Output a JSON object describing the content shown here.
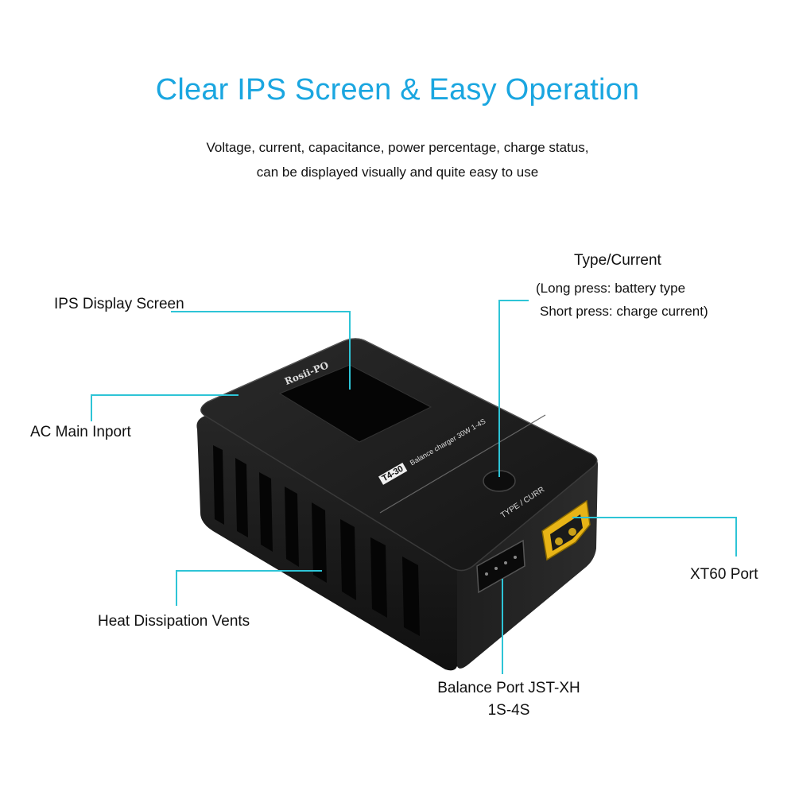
{
  "colors": {
    "accent": "#1aa6e0",
    "callout_line": "#2ec4d6",
    "device_body": "#1b1b1b",
    "xt60_yellow": "#e8b416"
  },
  "header": {
    "title": "Clear IPS Screen & Easy Operation",
    "subtitle_line1": "Voltage, current, capacitance, power percentage, charge status,",
    "subtitle_line2": "can be displayed visually and quite easy to use"
  },
  "device": {
    "brand": "Rosii-PO",
    "model": "T4-30",
    "model_desc": "Balance charger 30W 1-4S",
    "button_label": "TYPE / CURR"
  },
  "callouts": {
    "ips_display": "IPS Display Screen",
    "ac_inport": "AC Main Inport",
    "heat_vents": "Heat Dissipation Vents",
    "type_current_title": "Type/Current",
    "type_current_line1": "(Long press: battery type",
    "type_current_line2": "Short press: charge current)",
    "xt60": "XT60 Port",
    "balance_line1": "Balance Port JST-XH",
    "balance_line2": "1S-4S"
  }
}
